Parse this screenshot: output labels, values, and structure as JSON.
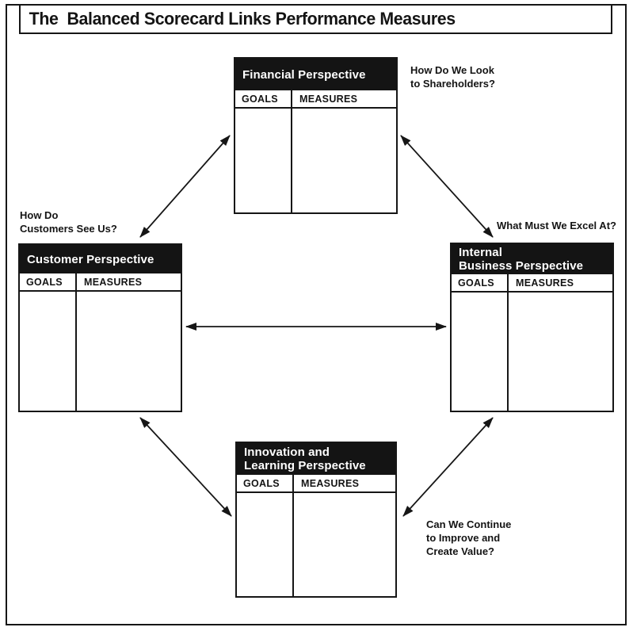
{
  "title": "The  Balanced Scorecard Links Performance Measures",
  "colors": {
    "ink": "#161616",
    "box_header_bg": "#141414",
    "box_header_text": "#ffffff",
    "background": "#ffffff"
  },
  "boxes": {
    "financial": {
      "title": "Financial Perspective",
      "goals_label": "GOALS",
      "measures_label": "MEASURES"
    },
    "customer": {
      "title": "Customer Perspective",
      "goals_label": "GOALS",
      "measures_label": "MEASURES"
    },
    "internal": {
      "title": "Internal\nBusiness Perspective",
      "goals_label": "GOALS",
      "measures_label": "MEASURES"
    },
    "innovation": {
      "title": "Innovation and\nLearning Perspective",
      "goals_label": "GOALS",
      "measures_label": "MEASURES"
    }
  },
  "annotations": {
    "shareholders": "How Do We Look\nto Shareholders?",
    "customers": "How Do\nCustomers See Us?",
    "excel": "What Must We Excel At?",
    "value": "Can We Continue\nto Improve and\nCreate Value?"
  }
}
